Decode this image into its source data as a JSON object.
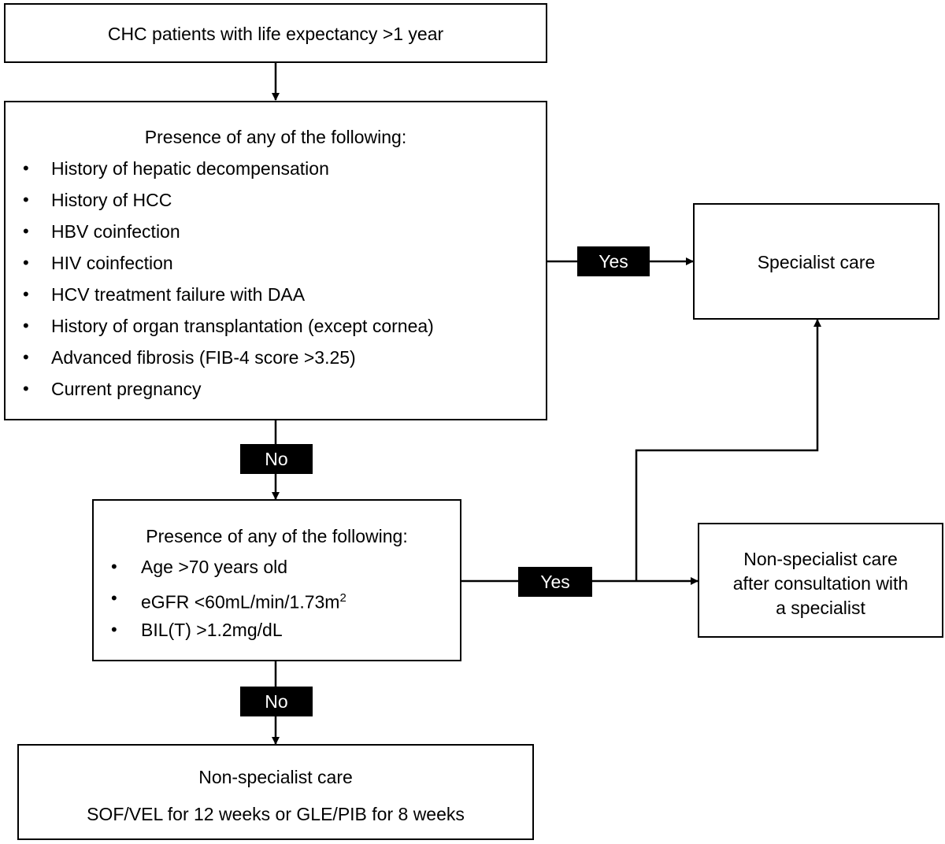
{
  "box_start": {
    "text": "CHC patients with life expectancy >1 year"
  },
  "box_criteria1": {
    "heading": "Presence of any of the following:",
    "items": [
      "History of hepatic decompensation",
      "History of HCC",
      "HBV coinfection",
      "HIV coinfection",
      "HCV treatment failure with DAA",
      "History of organ transplantation (except cornea)",
      "Advanced fibrosis (FIB-4 score >3.25)",
      "Current pregnancy"
    ]
  },
  "box_specialist": {
    "text": "Specialist care"
  },
  "box_criteria2": {
    "heading": "Presence of any of the following:",
    "items": [
      "Age >70 years old",
      "eGFR <60mL/min/1.73m",
      "BIL(T) >1.2mg/dL"
    ],
    "egfr_superscript": "2"
  },
  "box_consult": {
    "line1": "Non-specialist care",
    "line2": "after consultation with",
    "line3": "a specialist"
  },
  "box_final": {
    "title": "Non-specialist care",
    "detail": "SOF/VEL for 12 weeks or GLE/PIB for 8 weeks"
  },
  "labels": {
    "yes_1": "Yes",
    "no_1": "No",
    "yes_2": "Yes",
    "no_2": "No"
  },
  "bullet": "•"
}
